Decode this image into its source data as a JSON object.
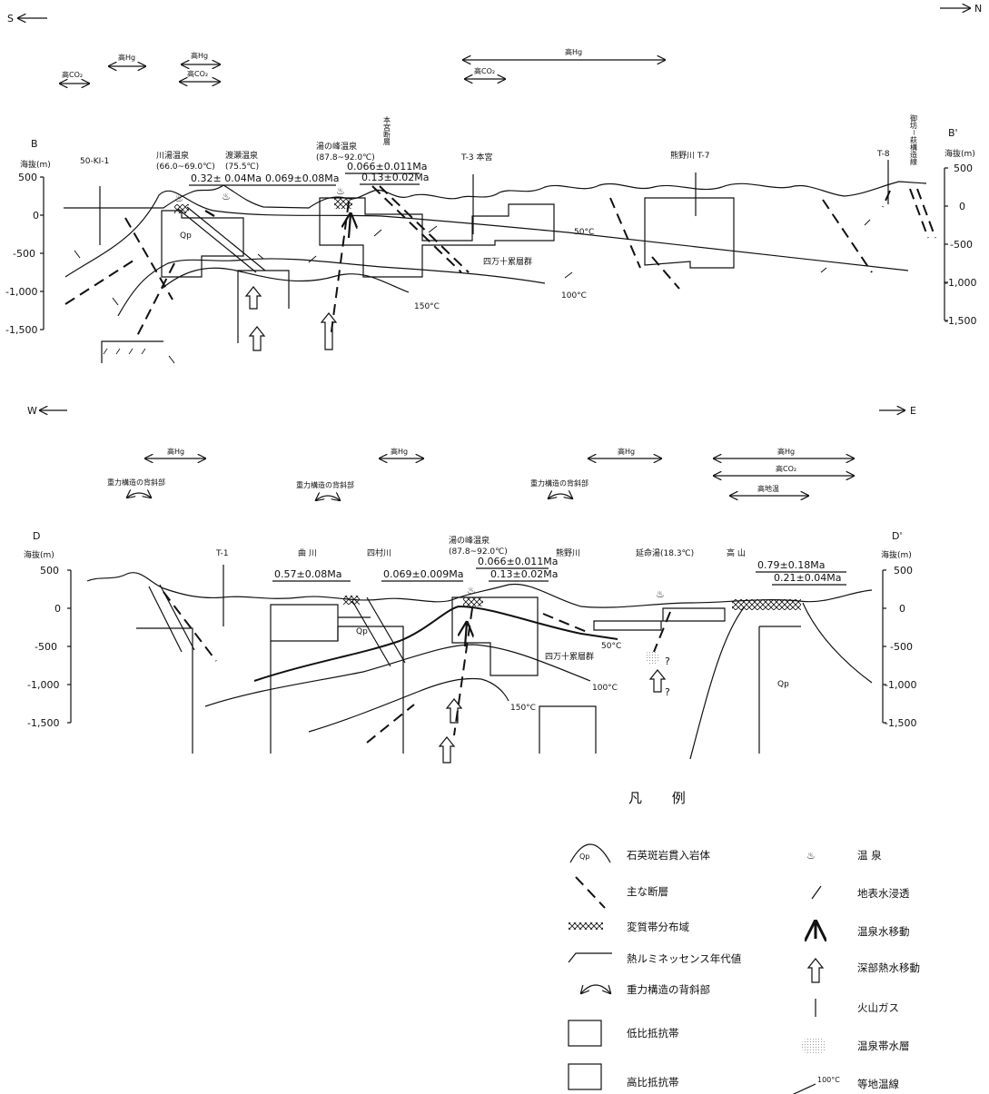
{
  "section_bb": {
    "dir_left": "S",
    "dir_right": "N",
    "label_left": "B",
    "label_right": "B'",
    "axis_title": "海抜(m)",
    "yticks": [
      "500",
      "0",
      "-500",
      "-1,000",
      "-1,500"
    ],
    "anomaly_hg": "高Hg",
    "anomaly_co2": "高CO₂",
    "anomaly_hg_long": "高Hg",
    "anomaly_co2_2": "高CO₂",
    "anomaly_co2_3": "高CO₂",
    "anomaly_hg_2": "高Hg",
    "well_left": "50-KI-1",
    "spring1": "川湯温泉",
    "spring1_temp": "(66.0~69.0℃)",
    "spring2": "渡瀬温泉",
    "spring2_temp": "(75.5℃)",
    "age1": "0.32± 0.04Ma",
    "spring3": "湯の峰温泉",
    "spring3_temp": "(87.8~92.0℃)",
    "age2": "0.069±0.08Ma",
    "age3": "0.066±0.011Ma",
    "age4": "0.13±0.02Ma",
    "fault_name": "本宮断層",
    "well_t3": "T-3 本宮",
    "well_t7": "熊野川 T-7",
    "well_t8": "T-8",
    "fault_right": "御坊－萩構造線",
    "iso50": "50°C",
    "iso100": "100°C",
    "iso150": "150°C",
    "group": "四万十累層群",
    "qp": "Qp"
  },
  "section_dd": {
    "dir_left": "W",
    "dir_right": "E",
    "label_left": "D",
    "label_right": "D'",
    "axis_title": "海抜(m)",
    "yticks": [
      "500",
      "0",
      "-500",
      "-1,000",
      "-1,500"
    ],
    "anomaly_hg1": "高Hg",
    "anomaly_hg2": "高Hg",
    "anomaly_hg3": "高Hg",
    "anomaly_hg4": "高Hg",
    "anomaly_co2": "高CO₂",
    "anomaly_temp": "高地温",
    "anticline1": "重力構造の背斜部",
    "anticline2": "重力構造の背斜部",
    "anticline3": "重力構造の背斜部",
    "well_t1": "T-1",
    "place1": "曲 川",
    "place2": "四村川",
    "spring": "湯の峰温泉",
    "spring_temp": "(87.8~92.0℃)",
    "place3": "熊野川",
    "place4": "延命湯(18.3℃)",
    "place5": "高 山",
    "age1": "0.57±0.08Ma",
    "age2": "0.069±0.009Ma",
    "age3": "0.066±0.011Ma",
    "age4": "0.13±0.02Ma",
    "age5": "0.79±0.18Ma",
    "age6": "0.21±0.04Ma",
    "iso50": "50°C",
    "iso100": "100°C",
    "iso150": "150°C",
    "group": "四万十累層群",
    "qp": "Qp",
    "qmark": "?"
  },
  "legend": {
    "title": "凡 例",
    "items_left": [
      "石英斑岩貫入岩体",
      "主な断層",
      "変質帯分布域",
      "熱ルミネッセンス年代値",
      "重力構造の背斜部",
      "低比抵抗帯",
      "高比抵抗帯"
    ],
    "items_right": [
      "温 泉",
      "地表水浸透",
      "温泉水移動",
      "深部熱水移動",
      "火山ガス",
      "温泉帯水層",
      "等地温線"
    ],
    "qp_symbol": "Qp",
    "iso_symbol": "100°C"
  }
}
